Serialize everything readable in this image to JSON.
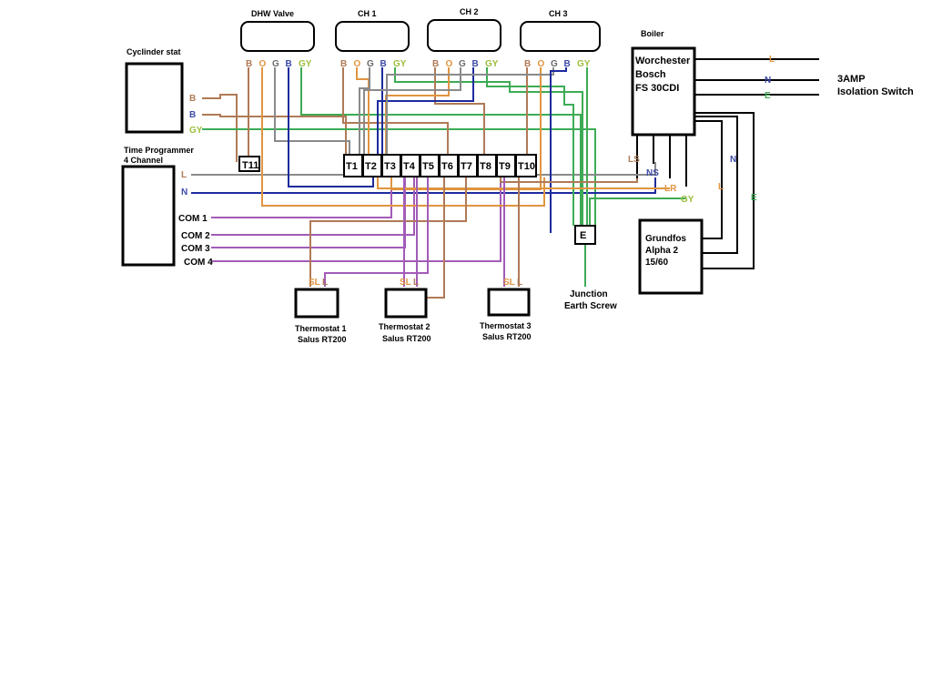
{
  "colors": {
    "brown": "#b07a56",
    "orange": "#e09540",
    "grey": "#8a8a8a",
    "blue": "#1c2b9e",
    "green": "#3dab55",
    "purple": "#a25bb8",
    "black": "#000000",
    "pin_grey": "#6a6a6a",
    "pin_blue": "#3d4aa8",
    "pin_yg": "#9bbf3a"
  },
  "components": {
    "dhw_valve": {
      "label": "DHW Valve",
      "pins": [
        "B",
        "O",
        "G",
        "B",
        "GY"
      ]
    },
    "ch1": {
      "label": "CH 1",
      "pins": [
        "B",
        "O",
        "G",
        "B",
        "GY"
      ]
    },
    "ch2": {
      "label": "CH 2",
      "pins": [
        "B",
        "O",
        "G",
        "B",
        "GY"
      ]
    },
    "ch3": {
      "label": "CH 3",
      "pins": [
        "B",
        "O",
        "G",
        "B",
        "GY"
      ]
    },
    "cylinder_stat": {
      "label": "Cyclinder stat",
      "pins": [
        "B",
        "B",
        "GY"
      ]
    },
    "time_programmer": {
      "label_line1": "Time Programmer",
      "label_line2": "4 Channel",
      "pins": [
        "L",
        "N"
      ],
      "com": [
        "COM 1",
        "COM 2",
        "COM 3",
        "COM 4"
      ]
    },
    "boiler": {
      "title": "Boiler",
      "line1": "Worchester",
      "line2": "Bosch",
      "line3": "FS 30CDI",
      "pin_l": "L",
      "pin_n": "N",
      "pin_e": "E",
      "ls": "LS",
      "ns": "NS",
      "lr": "LR",
      "gy": "GY"
    },
    "isolation": {
      "line1": "3AMP",
      "line2": "Isolation Switch"
    },
    "pump": {
      "line1": "Grundfos",
      "line2": "Alpha 2",
      "line3": "15/60",
      "pin_l": "L",
      "pin_n": "N",
      "pin_e": "E"
    },
    "junction": {
      "label": "E",
      "caption_line1": "Junction",
      "caption_line2": "Earth Screw"
    },
    "terminals": [
      "T1",
      "T2",
      "T3",
      "T4",
      "T5",
      "T6",
      "T7",
      "T8",
      "T9",
      "T10"
    ],
    "t11": "T11",
    "thermostats": [
      {
        "line1": "Thermostat 1",
        "line2": "Salus RT200",
        "sl": "SL",
        "l": "L"
      },
      {
        "line1": "Thermostat 2",
        "line2": "Salus RT200",
        "sl": "SL",
        "l": "L"
      },
      {
        "line1": "Thermostat 3",
        "line2": "Salus RT200",
        "sl": "SL",
        "l": "L"
      }
    ]
  }
}
